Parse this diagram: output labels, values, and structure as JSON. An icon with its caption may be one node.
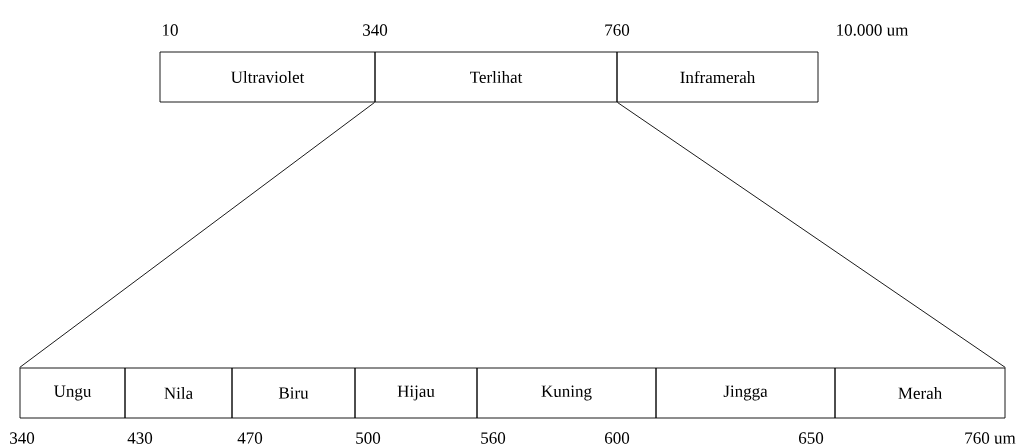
{
  "diagram": {
    "nodes": [
      {
        "text": [
          "Ultraviolet"
        ]
      },
      {
        "text": [
          "Terlihat"
        ]
      },
      {
        "text": [
          "Inframerah"
        ]
      },
      {
        "text": [
          "Ungu"
        ]
      },
      {
        "text": [
          "Nila"
        ]
      },
      {
        "text": [
          "Biru"
        ]
      },
      {
        "text": [
          "Hijau"
        ]
      },
      {
        "text": [
          "Kuning"
        ]
      },
      {
        "text": [
          "Jingga"
        ]
      },
      {
        "text": [
          "Merah"
        ]
      }
    ],
    "edges": [
      {
        "from": 1,
        "to": 3,
        "arrow": "none"
      },
      {
        "from": 1,
        "to": 9,
        "arrow": "none"
      }
    ],
    "labels": [
      "10",
      "340",
      "760",
      "10.000 um",
      "340",
      "430",
      "470",
      "500",
      "560",
      "600",
      "650",
      "760 um"
    ]
  }
}
